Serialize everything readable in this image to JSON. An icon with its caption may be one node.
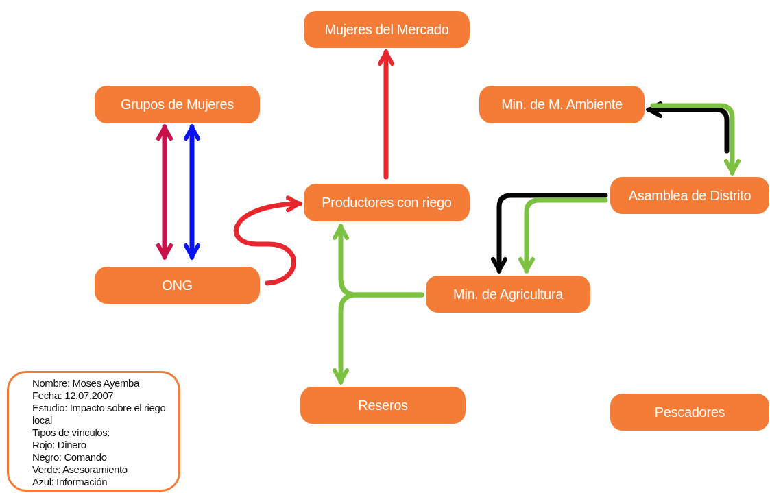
{
  "diagram": {
    "nodes": [
      {
        "text": [
          "Mujeres del Mercado"
        ]
      },
      {
        "text": [
          "Grupos de Mujeres"
        ]
      },
      {
        "text": [
          "Min. de M. Ambiente"
        ]
      },
      {
        "text": [
          "Productores con riego"
        ]
      },
      {
        "text": [
          "Asamblea de Distrito"
        ]
      },
      {
        "text": [
          "ONG"
        ]
      },
      {
        "text": [
          "Min. de Agricultura"
        ]
      },
      {
        "text": [
          "Reseros"
        ]
      },
      {
        "text": [
          "Pescadores"
        ]
      },
      {
        "text": [
          "Nombre: Moses Ayemba",
          "Fecha: 12.07.2007",
          "Estudio: Impacto sobre el riego local",
          "Tipos de vínculos:",
          "Rojo: Dinero",
          "Negro: Comando",
          "Verde: Asesoramiento",
          "Azul: Información"
        ]
      }
    ],
    "edges": [
      {
        "from": 1,
        "to": 5,
        "arrow": "both",
        "color": "#c8104a"
      },
      {
        "from": 1,
        "to": 5,
        "arrow": "both",
        "color": "#0a14f0"
      },
      {
        "from": 5,
        "to": 3,
        "arrow": "to",
        "color": "#e8262d"
      },
      {
        "from": 3,
        "to": 0,
        "arrow": "to",
        "color": "#e8262d"
      },
      {
        "from": 4,
        "to": 2,
        "arrow": "to",
        "color": "#050505"
      },
      {
        "from": 2,
        "to": 4,
        "arrow": "to",
        "color": "#7cc142"
      },
      {
        "from": 4,
        "to": 6,
        "arrow": "to",
        "color": "#050505"
      },
      {
        "from": 4,
        "to": 6,
        "arrow": "to",
        "color": "#7cc142"
      },
      {
        "from": 6,
        "to": 3,
        "arrow": "to",
        "color": "#7cc142"
      },
      {
        "from": 6,
        "to": 7,
        "arrow": "to",
        "color": "#7cc142"
      }
    ]
  }
}
